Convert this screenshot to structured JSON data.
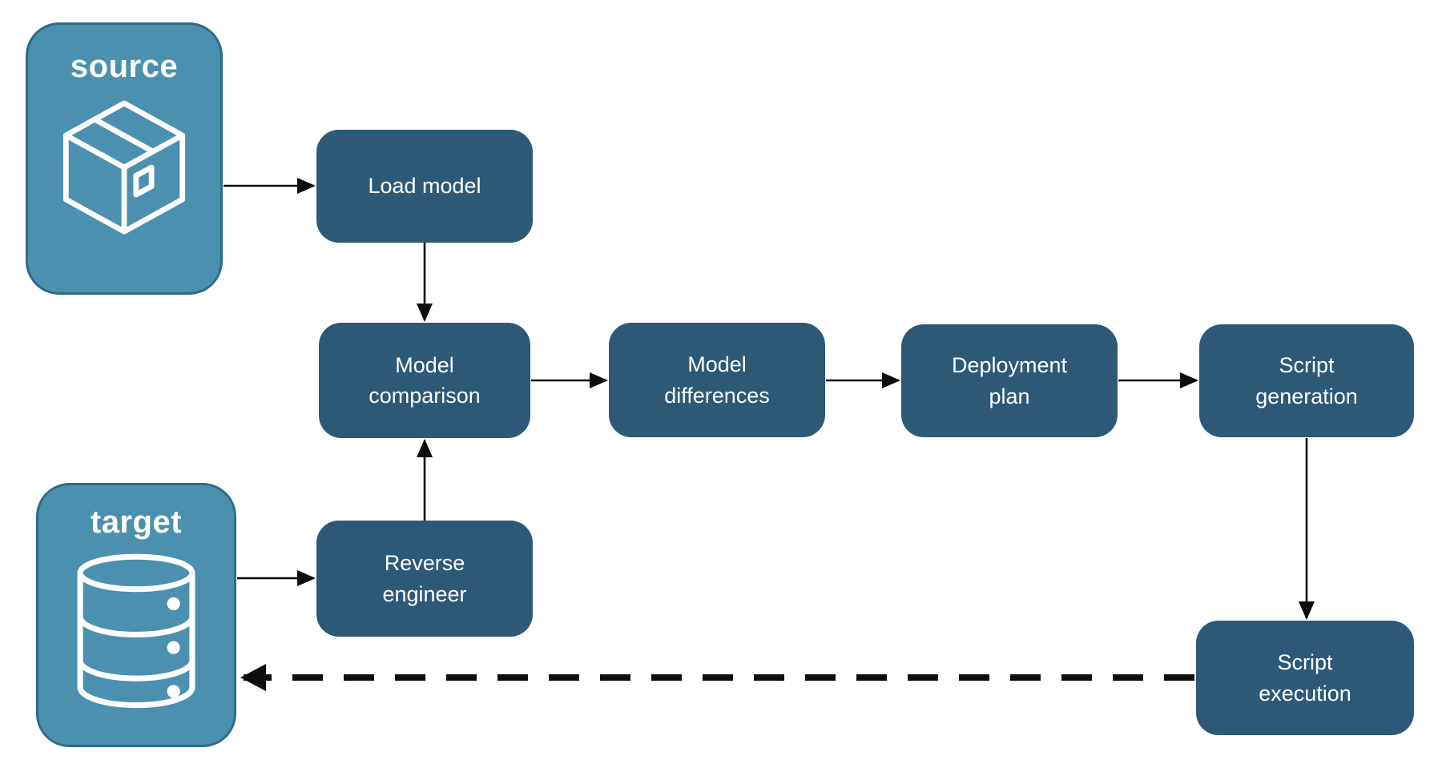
{
  "diagram": {
    "endpoints": {
      "source": {
        "label": "source",
        "icon": "package-icon"
      },
      "target": {
        "label": "target",
        "icon": "database-icon"
      }
    },
    "steps": {
      "load_model": {
        "label": "Load model"
      },
      "model_comparison": {
        "label": "Model\ncomparison"
      },
      "model_differences": {
        "label": "Model\ndifferences"
      },
      "deployment_plan": {
        "label": "Deployment\nplan"
      },
      "script_generation": {
        "label": "Script\ngeneration"
      },
      "reverse_engineer": {
        "label": "Reverse\nengineer"
      },
      "script_execution": {
        "label": "Script\nexecution"
      }
    },
    "edges": [
      {
        "from": "source",
        "to": "load_model",
        "style": "solid"
      },
      {
        "from": "load_model",
        "to": "model_comparison",
        "style": "solid"
      },
      {
        "from": "target",
        "to": "reverse_engineer",
        "style": "solid"
      },
      {
        "from": "reverse_engineer",
        "to": "model_comparison",
        "style": "solid"
      },
      {
        "from": "model_comparison",
        "to": "model_differences",
        "style": "solid"
      },
      {
        "from": "model_differences",
        "to": "deployment_plan",
        "style": "solid"
      },
      {
        "from": "deployment_plan",
        "to": "script_generation",
        "style": "solid"
      },
      {
        "from": "script_generation",
        "to": "script_execution",
        "style": "solid"
      },
      {
        "from": "script_execution",
        "to": "target",
        "style": "dashed"
      }
    ],
    "colors": {
      "step_fill": "#2d5977",
      "endpoint_fill": "#4b90ae",
      "endpoint_border": "#2d6c88",
      "arrow": "#0d0d0d",
      "text": "#ffffff",
      "background": "#ffffff"
    }
  }
}
